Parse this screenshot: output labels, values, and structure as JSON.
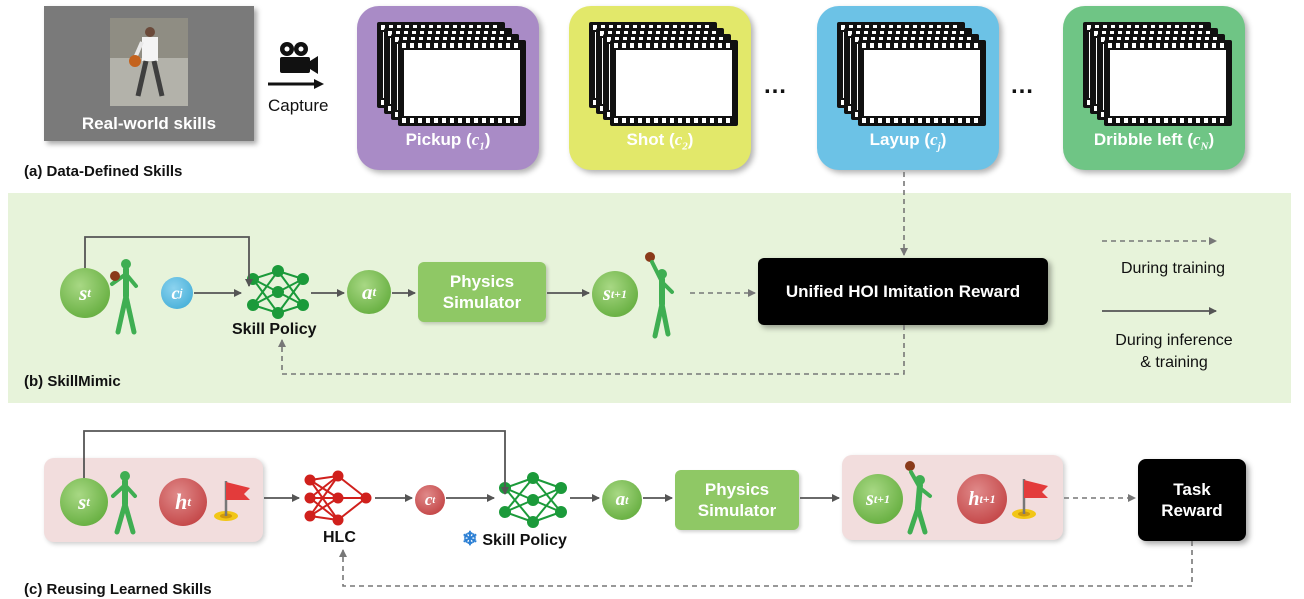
{
  "section_a": {
    "real_world_label": "Real-world skills",
    "capture_label": "Capture",
    "skills": [
      {
        "name": "Pickup",
        "var": "c",
        "sub": "1",
        "color": "#a98bc6"
      },
      {
        "name": "Shot",
        "var": "c",
        "sub": "2",
        "color": "#e2e86a"
      },
      {
        "name": "Layup",
        "var": "c",
        "sub": "j",
        "color": "#6cc2e6"
      },
      {
        "name": "Dribble left",
        "var": "c",
        "sub": "N",
        "color": "#6fc585"
      }
    ],
    "ellipsis": "…",
    "caption": "(a) Data-Defined Skills"
  },
  "section_b": {
    "state": "s",
    "state_sub": "t",
    "skill_var": "c",
    "skill_sub": "j",
    "action": "a",
    "action_sub": "t",
    "network_label": "Skill Policy",
    "physics_line1": "Physics",
    "physics_line2": "Simulator",
    "next_state": "s",
    "next_state_sub": "t+1",
    "reward_label": "Unified HOI Imitation Reward",
    "legend_training": "During training",
    "legend_inference_1": "During inference",
    "legend_inference_2": "& training",
    "caption": "(b) SkillMimic",
    "band_color": "#e7f3da"
  },
  "section_c": {
    "state": "s",
    "state_sub": "t",
    "goal": "h",
    "goal_sub": "t",
    "hlc_label": "HLC",
    "skill_var": "c",
    "skill_sub": "t",
    "network_label": "Skill Policy",
    "frozen_icon": "❄",
    "action": "a",
    "action_sub": "t",
    "physics_line1": "Physics",
    "physics_line2": "Simulator",
    "next_state": "s",
    "next_state_sub": "t+1",
    "next_goal": "h",
    "next_goal_sub": "t+1",
    "reward_line1": "Task",
    "reward_line2": "Reward",
    "caption": "(c) Reusing Learned Skills"
  },
  "colors": {
    "green_net": "#1b9a3a",
    "red_net": "#d0201c",
    "arrow_solid": "#555555",
    "arrow_dashed": "#777777",
    "figure_green": "#3fae52",
    "figure_cyan": "#2fb3c6"
  },
  "icons": [
    "film-camera-icon",
    "filmstrip-icon",
    "neural-network-icon",
    "snowflake-icon",
    "goal-flag-icon",
    "humanoid-figure-icon",
    "basketball-icon"
  ]
}
